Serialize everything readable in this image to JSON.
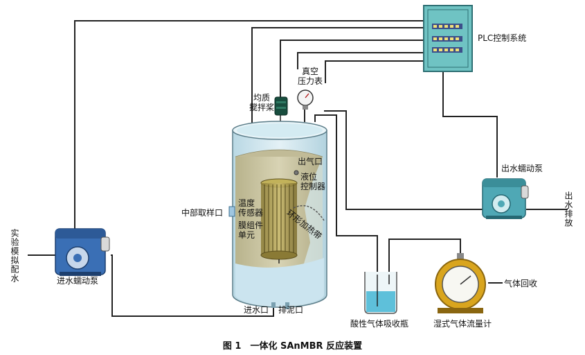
{
  "labels": {
    "plc": "PLC控制系统",
    "vacuum_gauge": "真空\n压力表",
    "mixer": "均质\n搅拌桨",
    "gas_outlet": "出气口",
    "level_controller": "液位\n控制器",
    "temp_sensor": "温度\n传感器",
    "membrane_unit": "膜组件\n单元",
    "heating_belt": "环形加热带",
    "mid_sampling": "中部取样口",
    "outlet_pump": "出水蠕动泵",
    "outlet_discharge": "出水排放",
    "inlet_pump": "进水蠕动泵",
    "feed_water": "实验模拟配水",
    "inlet_port": "进水口",
    "sludge_port": "排泥口",
    "acid_bottle": "酸性气体吸收瓶",
    "gas_meter": "湿式气体流量计",
    "gas_recovery": "气体回收"
  },
  "caption": "图 1　一体化 SAnMBR 反应装置",
  "colors": {
    "plc_fill": "#6fc3c3",
    "pump_blue": "#3a6fb5",
    "pump_teal": "#4fa8b5",
    "reactor_liquid": "#c9c3a0",
    "reactor_shell": "#cfe6ee",
    "meter_gold": "#d9a51e",
    "absorber_liquid": "#5ec0da"
  }
}
